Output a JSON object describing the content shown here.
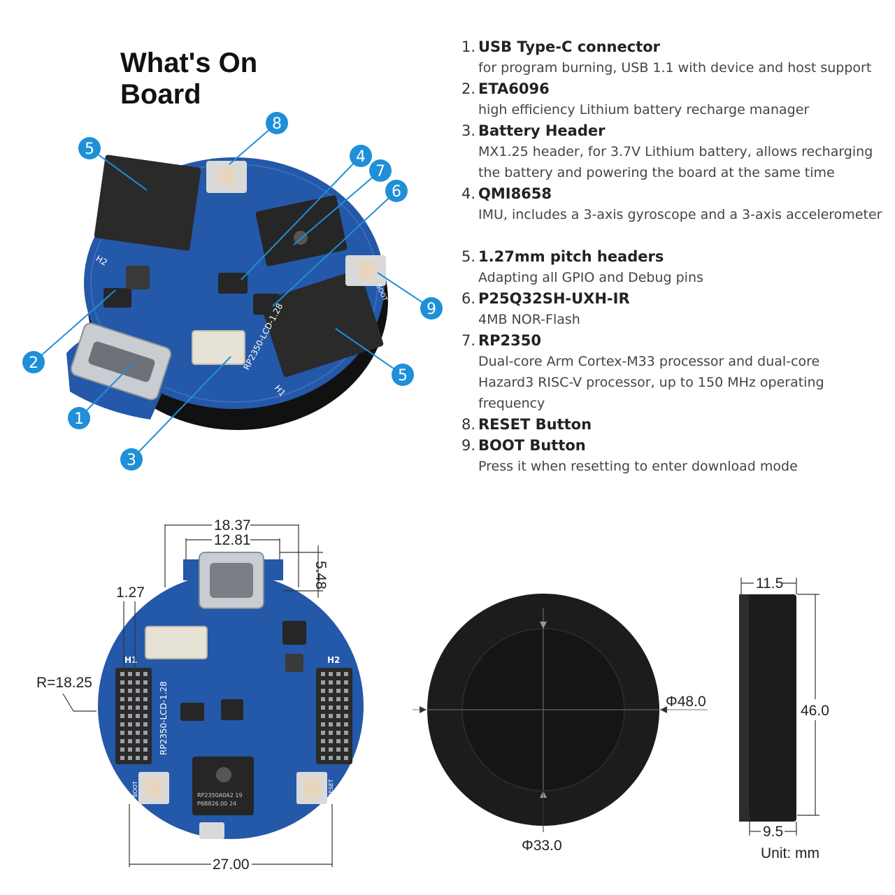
{
  "title": "What's On Board",
  "features": [
    {
      "num": "1.",
      "title": "USB Type-C connector",
      "desc": [
        "for program burning, USB 1.1 with device and host support"
      ]
    },
    {
      "num": "2.",
      "title": "ETA6096",
      "desc": [
        "high efficiency Lithium battery recharge manager"
      ]
    },
    {
      "num": "3.",
      "title": "Battery Header",
      "desc": [
        "MX1.25 header, for 3.7V Lithium battery, allows recharging",
        "the battery and powering the board at the same time"
      ]
    },
    {
      "num": "4.",
      "title": "QMI8658",
      "desc": [
        "IMU, includes a 3-axis gyroscope and a 3-axis accelerometer"
      ]
    },
    {
      "num": "5.",
      "title": "1.27mm pitch headers",
      "desc": [
        "Adapting all GPIO and Debug pins"
      ]
    },
    {
      "num": "6.",
      "title": "P25Q32SH-UXH-IR",
      "desc": [
        "4MB NOR-Flash"
      ]
    },
    {
      "num": "7.",
      "title": "RP2350",
      "desc": [
        "Dual-core Arm Cortex-M33 processor and dual-core",
        "Hazard3 RISC-V processor, up to 150 MHz operating",
        "frequency"
      ]
    },
    {
      "num": "8.",
      "title": "RESET Button",
      "desc": []
    },
    {
      "num": "9.",
      "title": "BOOT Button",
      "desc": [
        "Press it when resetting to enter download mode"
      ]
    }
  ],
  "callouts": [
    "1",
    "2",
    "3",
    "4",
    "5",
    "5",
    "6",
    "7",
    "8",
    "9"
  ],
  "board_silk": {
    "h1": "H1",
    "h2": "H2",
    "boot": "BOOT",
    "reset": "RESET",
    "board_name": "RP2350-LCD-1.28",
    "chip_line1": "RP2350A0A2 19",
    "chip_line2": "P6B826.00 24"
  },
  "dimensions": {
    "width_top": "18.37",
    "usb_width": "12.81",
    "usb_depth": "5.48",
    "pitch": "1.27",
    "radius": "R=18.25",
    "width_bottom": "27.00",
    "outer_dia": "Φ48.0",
    "inner_dia": "Φ33.0",
    "thickness": "11.5",
    "height": "46.0",
    "inner_thickness": "9.5",
    "unit": "Unit: mm"
  },
  "colors": {
    "callout": "#1f8fd8",
    "pcb": "#2458a8",
    "pcb_dark": "#173e80",
    "header": "#2a2a2a",
    "display": "#1c1c1c"
  }
}
